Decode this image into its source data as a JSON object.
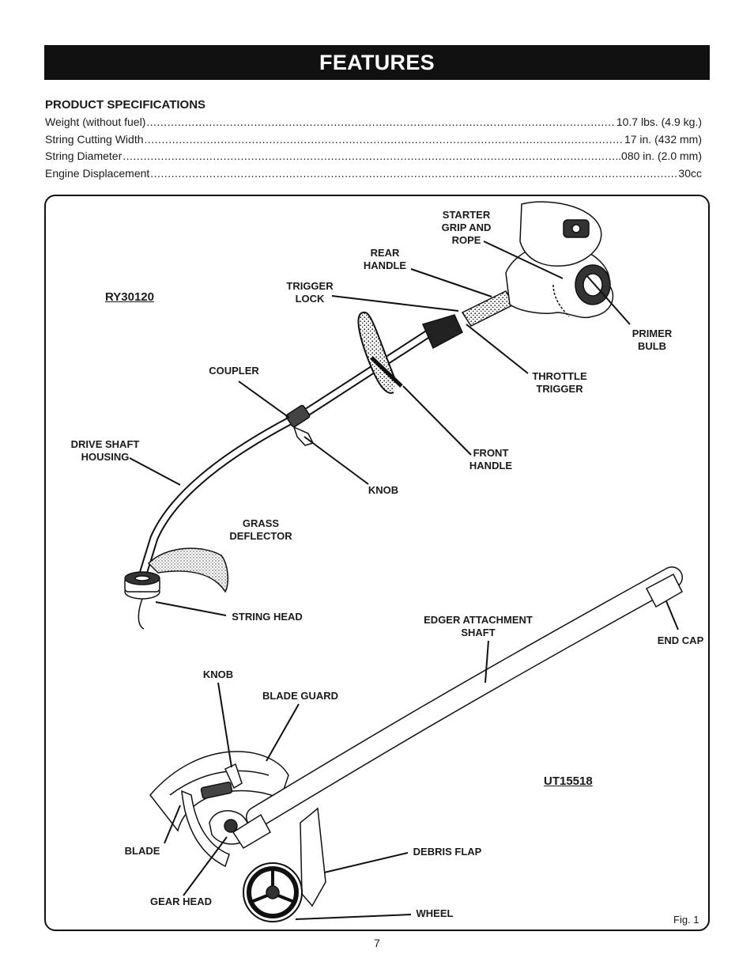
{
  "header": {
    "title": "FEATURES"
  },
  "specifications": {
    "heading": "PRODUCT SPECIFICATIONS",
    "rows": [
      {
        "label": "Weight (without fuel)",
        "value": "10.7 lbs. (4.9 kg.)"
      },
      {
        "label": "String Cutting Width",
        "value": "17 in. (432 mm)"
      },
      {
        "label": "String Diameter",
        "value": ".080 in. (2.0 mm)"
      },
      {
        "label": "Engine Displacement",
        "value": "30cc"
      }
    ]
  },
  "figure": {
    "caption": "Fig. 1",
    "models": {
      "trimmer": "RY30120",
      "edger": "UT15518"
    },
    "callouts": {
      "starter": "STARTER\nGRIP AND\nROPE",
      "rear_handle": "REAR\nHANDLE",
      "trigger_lock": "TRIGGER\nLOCK",
      "primer_bulb": "PRIMER\nBULB",
      "coupler": "COUPLER",
      "throttle_trigger": "THROTTLE\nTRIGGER",
      "drive_shaft_housing": "DRIVE SHAFT\nHOUSING",
      "front_handle": "FRONT\nHANDLE",
      "knob_trimmer": "KNOB",
      "grass_deflector": "GRASS\nDEFLECTOR",
      "string_head": "STRING HEAD",
      "edger_shaft": "EDGER ATTACHMENT\nSHAFT",
      "end_cap": "END CAP",
      "knob_edger": "KNOB",
      "blade_guard": "BLADE GUARD",
      "blade": "BLADE",
      "debris_flap": "DEBRIS FLAP",
      "gear_head": "GEAR HEAD",
      "wheel": "WHEEL"
    }
  },
  "footer": {
    "page_number": "7"
  }
}
